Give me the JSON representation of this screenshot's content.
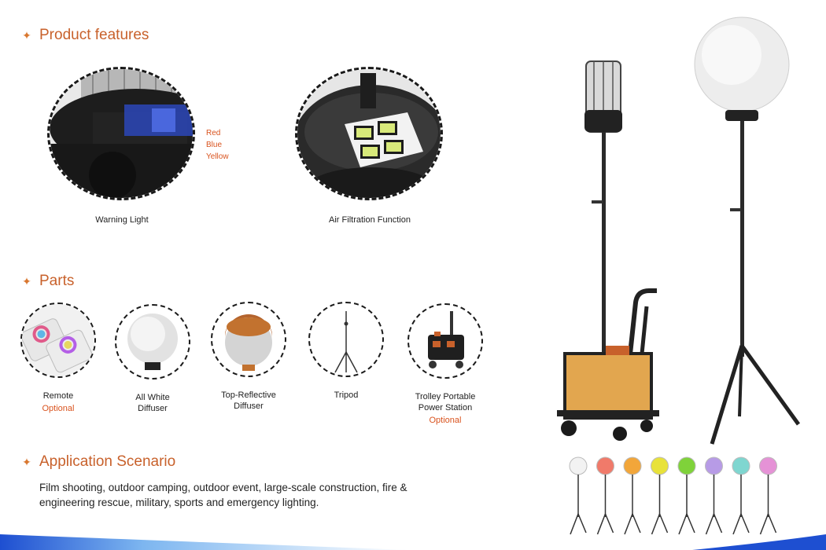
{
  "features": {
    "title": "Product features",
    "warning_label": "Warning Light",
    "air_label": "Air Filtration Function",
    "colors": [
      "Red",
      "Blue",
      "Yellow"
    ]
  },
  "parts": {
    "title": "Parts",
    "items": [
      {
        "name": "Remote",
        "note": "Optional"
      },
      {
        "name": "All White\nDiffuser",
        "note": ""
      },
      {
        "name": "Top-Reflective\nDiffuser",
        "note": ""
      },
      {
        "name": "Tripod",
        "note": ""
      },
      {
        "name": "Trolley Portable\nPower Station",
        "note": "Optional"
      }
    ]
  },
  "application": {
    "title": "Application Scenario",
    "text": "Film shooting, outdoor camping, outdoor event, large-scale construction, fire & engineering rescue, military, sports and emergency lighting."
  },
  "palette": {
    "accent": "#c8612b",
    "balloon_colors": [
      "#f2f2f2",
      "#f07a6a",
      "#f2a63a",
      "#e8e23a",
      "#7fd23a",
      "#b79be6",
      "#7fd6d0",
      "#e592d6"
    ]
  }
}
